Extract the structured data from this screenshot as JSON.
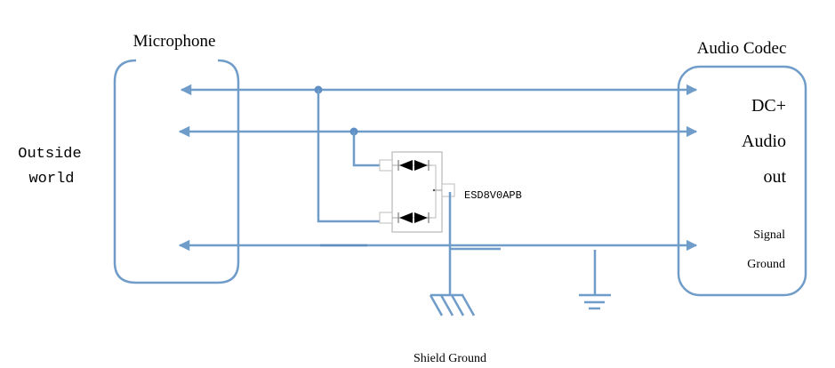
{
  "labels": {
    "microphone": "Microphone",
    "outside_world_line1": "Outside",
    "outside_world_line2": "world",
    "audio_codec": "Audio Codec",
    "dc_plus": "DC+",
    "audio_out_line1": "Audio",
    "audio_out_line2": "out",
    "signal_ground_line1": "Signal",
    "signal_ground_line2": "Ground",
    "esd_part": "ESD8V0APB",
    "shield_ground": "Shield Ground"
  },
  "colors": {
    "wire": "#6f9cc8",
    "box_outline": "#6f9cc8",
    "component_outline": "#bdbdbd",
    "diode": "#000000"
  }
}
